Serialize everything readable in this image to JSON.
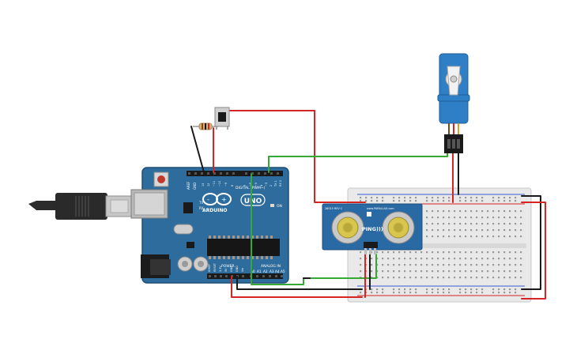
{
  "arduino": {
    "brand": "ARDUINO",
    "model": "UNO",
    "digital_label": "DIGITAL (PWM~)",
    "analog_label": "ANALOG IN",
    "power_label": "POWER",
    "on_label": "ON",
    "tx_label": "TX",
    "rx_label": "RX",
    "aref_label": "AREF",
    "gnd_label": "GND",
    "analog_pins": [
      "A0",
      "A1",
      "A2",
      "A3",
      "A4",
      "A5"
    ],
    "power_pins": [
      "IOREF",
      "RESET",
      "3.3V",
      "5V",
      "GND",
      "GND",
      "Vin"
    ],
    "digital_pins": [
      "13",
      "12",
      "~11",
      "~10",
      "~9",
      "8",
      "7",
      "~6",
      "~5",
      "4",
      "~3",
      "2",
      "TX 1",
      "RX 0"
    ]
  },
  "sensor": {
    "name": "PING)))",
    "brand": "www.PARALLAX.com",
    "rev": "28015 REV C"
  },
  "colors": {
    "board": "#2d6c9c",
    "board_edge": "#1e4f76",
    "wire_red": "#d42424",
    "wire_black": "#1a1a1a",
    "wire_green": "#35a835",
    "servo": "#2f7fc6",
    "breadboard": "#e9e9e9",
    "sensor_pcb": "#2a6aa4"
  }
}
